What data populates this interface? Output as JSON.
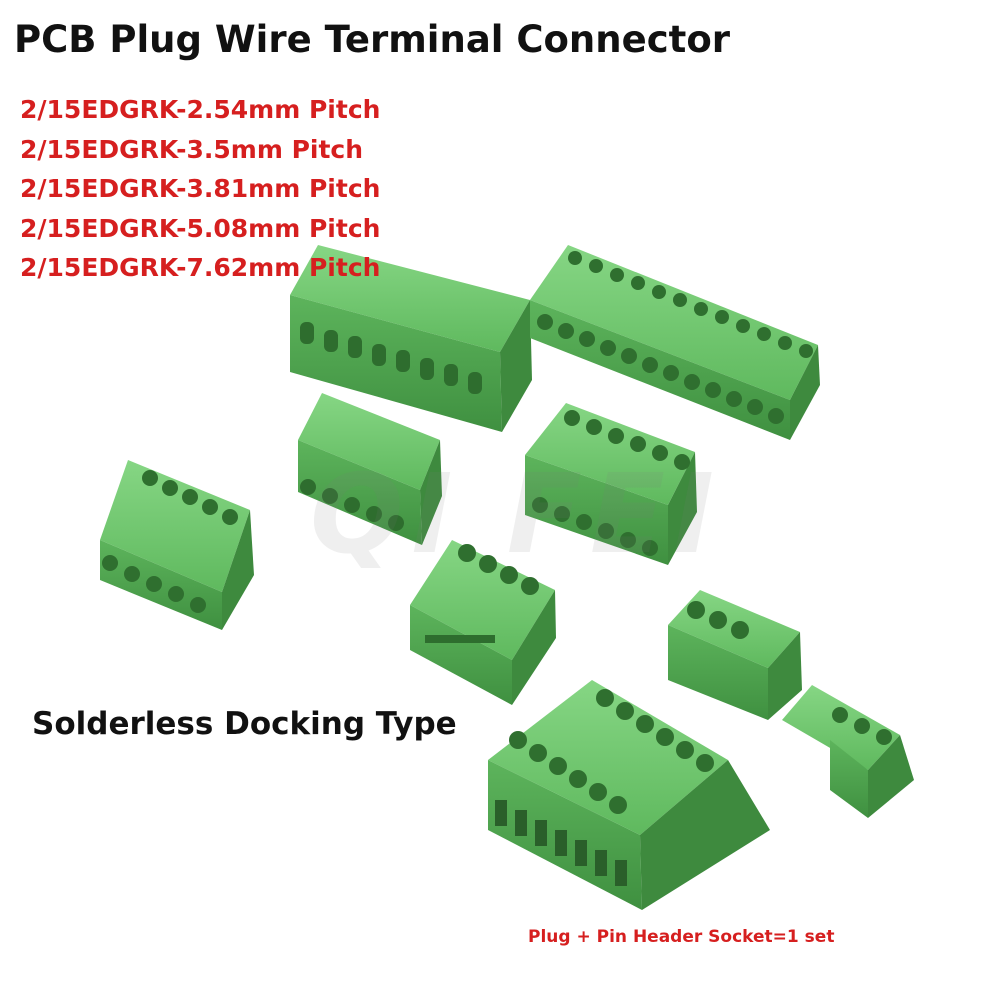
{
  "title": "PCB Plug Wire Terminal Connector",
  "pitches": [
    "2/15EDGRK-2.54mm Pitch",
    "2/15EDGRK-3.5mm Pitch",
    "2/15EDGRK-3.81mm Pitch",
    "2/15EDGRK-5.08mm Pitch",
    "2/15EDGRK-7.62mm Pitch"
  ],
  "subtitle": "Solderless Docking Type",
  "footnote": "Plug + Pin Header Socket=1 set",
  "watermark": "QI FEI",
  "colors": {
    "connector_green": "#5bb85b",
    "connector_dark": "#3f8f3f",
    "connector_light": "#7ccf7a",
    "title_text": "#111111",
    "accent_red": "#d61f1f"
  }
}
